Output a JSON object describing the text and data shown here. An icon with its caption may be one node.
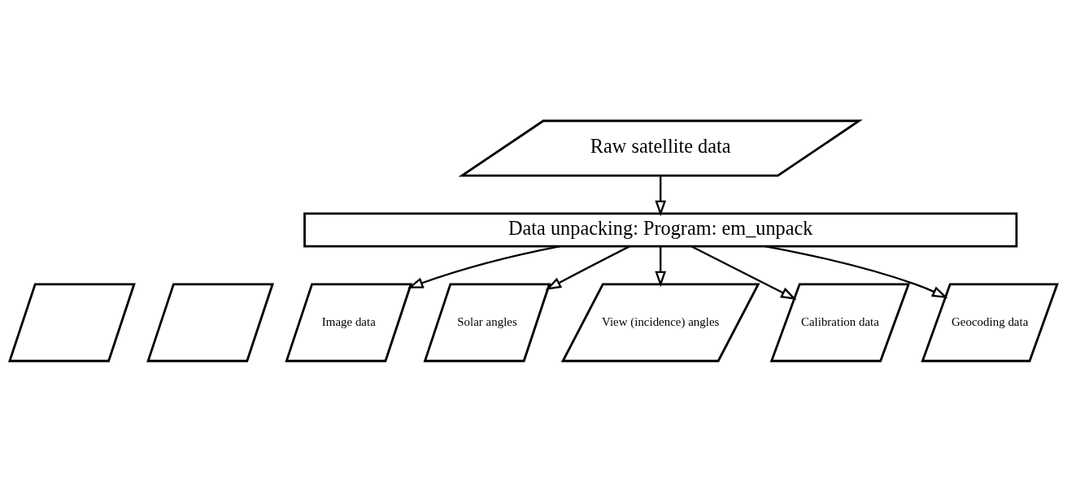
{
  "diagram": {
    "nodes": [
      {
        "text": [
          "Raw satellite data"
        ]
      },
      {
        "text": [
          "Data unpacking: Program: em_unpack"
        ]
      },
      {
        "text": [],
        "shape": "parallelogram"
      },
      {
        "text": [],
        "shape": "parallelogram"
      },
      {
        "text": [
          "Image data"
        ]
      },
      {
        "text": [
          "Solar angles"
        ]
      },
      {
        "text": [
          "View (incidence) angles"
        ]
      },
      {
        "text": [
          "Calibration data"
        ]
      },
      {
        "text": [
          "Geocoding data"
        ]
      }
    ],
    "edges": [
      {
        "from": 0,
        "to": 1,
        "arrow": "to"
      },
      {
        "from": 1,
        "to": 4,
        "arrow": "to"
      },
      {
        "from": 1,
        "to": 5,
        "arrow": "to"
      },
      {
        "from": 1,
        "to": 6,
        "arrow": "to"
      },
      {
        "from": 1,
        "to": 7,
        "arrow": "to"
      },
      {
        "from": 1,
        "to": 8,
        "arrow": "to"
      }
    ]
  }
}
